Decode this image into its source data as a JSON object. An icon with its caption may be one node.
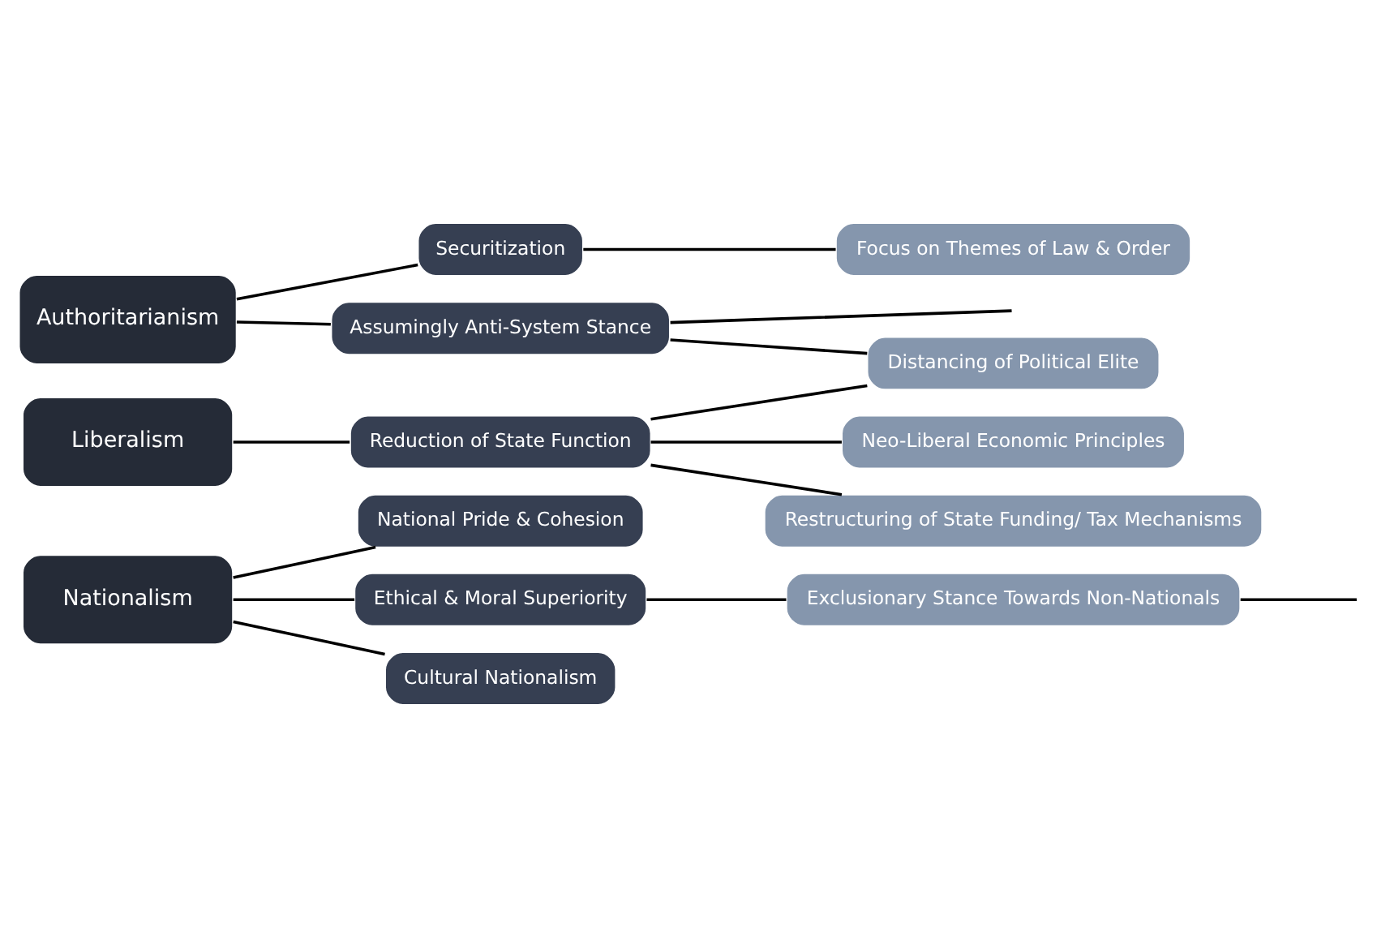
{
  "diagram": {
    "nodes": [
      {
        "text": [
          "Nationalism"
        ]
      },
      {
        "text": [
          "National Pride & Cohesion"
        ]
      },
      {
        "text": [
          "Ethical & Moral Superiority"
        ]
      },
      {
        "text": [
          "Exclusionary Stance Towards Non-Nationals"
        ]
      },
      {
        "text": [
          "Cultural Nationalism"
        ]
      },
      {
        "text": [
          "Restructuring of State Funding/ Tax Mechanisms"
        ]
      },
      {
        "text": [
          "Liberalism"
        ]
      },
      {
        "text": [
          "Reduction of State Function"
        ]
      },
      {
        "text": [
          "Neo-Liberal Economic Principles"
        ]
      },
      {
        "text": [
          "Distancing of Political Elite"
        ]
      },
      {
        "text": [
          "Authoritarianism"
        ]
      },
      {
        "text": [
          "Assumingly Anti-System Stance"
        ]
      },
      {
        "text": [
          "Securitization"
        ]
      },
      {
        "text": [
          "Focus on Themes of Law & Order"
        ]
      }
    ],
    "edges": [
      {
        "from": 0,
        "to": 1,
        "arrow": "none"
      },
      {
        "from": 0,
        "to": 2,
        "arrow": "none"
      },
      {
        "from": 0,
        "to": 4,
        "arrow": "none"
      },
      {
        "from": 2,
        "to": 3,
        "arrow": "none"
      },
      {
        "from": 3,
        "to": null,
        "arrow": "none"
      },
      {
        "from": 6,
        "to": 7,
        "arrow": "none"
      },
      {
        "from": 7,
        "to": 5,
        "arrow": "none"
      },
      {
        "from": 7,
        "to": 8,
        "arrow": "none"
      },
      {
        "from": 7,
        "to": 9,
        "arrow": "none"
      },
      {
        "from": 10,
        "to": 11,
        "arrow": "none"
      },
      {
        "from": 10,
        "to": 12,
        "arrow": "none"
      },
      {
        "from": 11,
        "to": 9,
        "arrow": "none"
      },
      {
        "from": 11,
        "to": null,
        "arrow": "none"
      },
      {
        "from": 12,
        "to": 13,
        "arrow": "none"
      }
    ]
  }
}
